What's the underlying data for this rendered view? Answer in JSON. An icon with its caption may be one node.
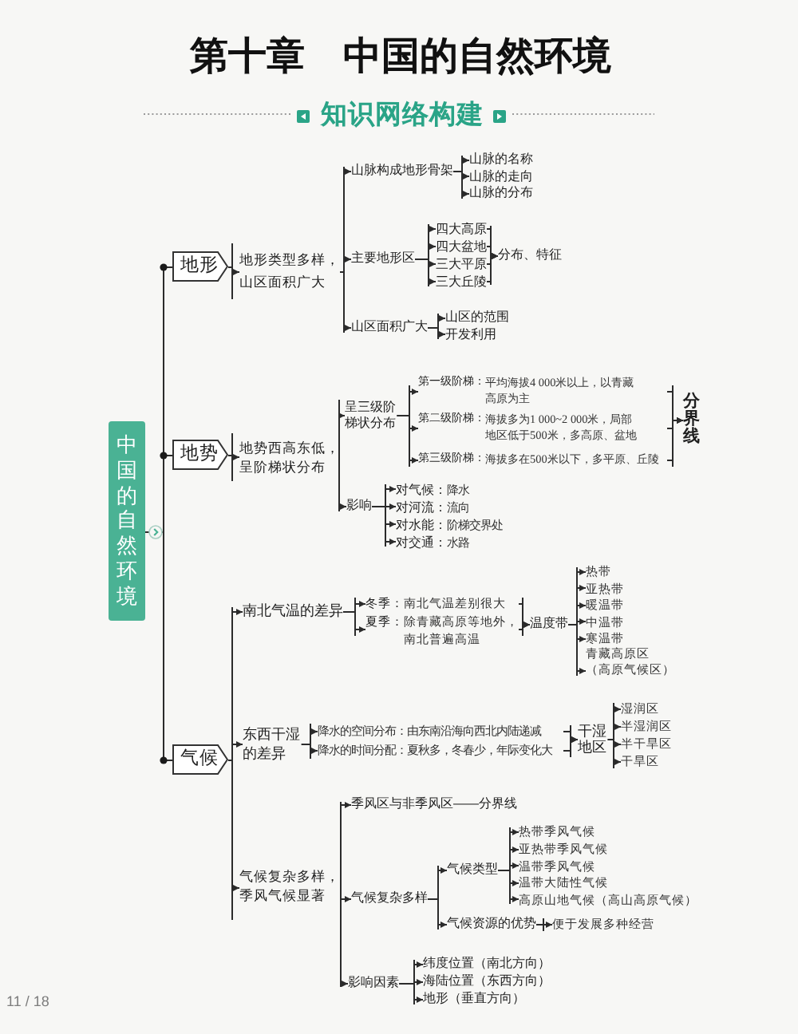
{
  "diagram": {
    "title": "第十章　中国的自然环境",
    "nodes": [
      {
        "text": [
          "中国的自然环境"
        ]
      },
      {
        "text": [
          "地形"
        ]
      },
      {
        "text": [
          "地形类型多样，山区面积广大"
        ]
      },
      {
        "text": [
          "山脉构成地形骨架"
        ]
      },
      {
        "text": [
          "山脉的名称"
        ]
      },
      {
        "text": [
          "山脉的走向"
        ]
      },
      {
        "text": [
          "山脉的分布"
        ]
      },
      {
        "text": [
          "主要地形区"
        ]
      },
      {
        "text": [
          "四大高原"
        ]
      },
      {
        "text": [
          "四大盆地"
        ]
      },
      {
        "text": [
          "三大平原"
        ]
      },
      {
        "text": [
          "三大丘陵"
        ]
      },
      {
        "text": [
          "分布、特征"
        ]
      },
      {
        "text": [
          "山区面积广大"
        ]
      },
      {
        "text": [
          "山区的范围"
        ]
      },
      {
        "text": [
          "开发利用"
        ]
      },
      {
        "text": [
          "地势"
        ]
      },
      {
        "text": [
          "地势西高东低，呈阶梯状分布"
        ]
      },
      {
        "text": [
          "呈三级阶梯状分布"
        ]
      },
      {
        "text": [
          "第一级阶梯：",
          "平均海拔4 000米以上，以青藏高原为主"
        ]
      },
      {
        "text": [
          "第二级阶梯：",
          "海拔多为1 000~2 000米，局部地区低于500米，多高原、盆地"
        ]
      },
      {
        "text": [
          "第三级阶梯：",
          "海拔多在500米以下，多平原、丘陵"
        ]
      },
      {
        "text": [
          "分界线"
        ]
      },
      {
        "text": [
          "影响"
        ]
      },
      {
        "text": [
          "对气候：",
          "降水"
        ]
      },
      {
        "text": [
          "对河流：",
          "流向"
        ]
      },
      {
        "text": [
          "对水能：",
          "阶梯交界处"
        ]
      },
      {
        "text": [
          "对交通：",
          "水路"
        ]
      },
      {
        "text": [
          "气候"
        ]
      },
      {
        "text": [
          "南北气温的差异"
        ]
      },
      {
        "text": [
          "冬季：",
          "南北气温差别很大"
        ]
      },
      {
        "text": [
          "夏季：",
          "除青藏高原等地外，南北普遍高温"
        ]
      },
      {
        "text": [
          "温度带"
        ]
      },
      {
        "text": [
          "热带"
        ]
      },
      {
        "text": [
          "亚热带"
        ]
      },
      {
        "text": [
          "暖温带"
        ]
      },
      {
        "text": [
          "中温带"
        ]
      },
      {
        "text": [
          "寒温带"
        ]
      },
      {
        "text": [
          "青藏高原区（高原气候区）"
        ]
      },
      {
        "text": [
          "东西干湿的差异"
        ]
      },
      {
        "text": [
          "降水的空间分布：由东南沿海向西北内陆递减"
        ]
      },
      {
        "text": [
          "降水的时间分配：夏秋多，冬春少，年际变化大"
        ]
      },
      {
        "text": [
          "干湿地区"
        ]
      },
      {
        "text": [
          "湿润区"
        ]
      },
      {
        "text": [
          "半湿润区"
        ]
      },
      {
        "text": [
          "半干旱区"
        ]
      },
      {
        "text": [
          "干旱区"
        ]
      },
      {
        "text": [
          "气候复杂多样，季风气候显著"
        ]
      },
      {
        "text": [
          "季风区与非季风区——分界线"
        ]
      },
      {
        "text": [
          "气候复杂多样"
        ]
      },
      {
        "text": [
          "气候类型"
        ]
      },
      {
        "text": [
          "热带季风气候"
        ]
      },
      {
        "text": [
          "亚热带季风气候"
        ]
      },
      {
        "text": [
          "温带季风气候"
        ]
      },
      {
        "text": [
          "温带大陆性气候"
        ]
      },
      {
        "text": [
          "高原山地气候（高山高原气候）"
        ]
      },
      {
        "text": [
          "气候资源的优势"
        ]
      },
      {
        "text": [
          "便于发展多种经营"
        ]
      },
      {
        "text": [
          "影响因素"
        ]
      },
      {
        "text": [
          "纬度位置（南北方向）"
        ]
      },
      {
        "text": [
          "海陆位置（东西方向）"
        ]
      },
      {
        "text": [
          "地形（垂直方向）"
        ]
      }
    ],
    "edges": [
      {
        "from": 0,
        "to": 1,
        "arrow": "none"
      },
      {
        "from": 0,
        "to": 16,
        "arrow": "none"
      },
      {
        "from": 0,
        "to": 28,
        "arrow": "none"
      },
      {
        "from": 1,
        "to": 2,
        "arrow": "to"
      },
      {
        "from": 2,
        "to": 3,
        "arrow": "to"
      },
      {
        "from": 2,
        "to": 7,
        "arrow": "to"
      },
      {
        "from": 2,
        "to": 13,
        "arrow": "to"
      },
      {
        "from": 3,
        "to": 4,
        "arrow": "to"
      },
      {
        "from": 3,
        "to": 5,
        "arrow": "to"
      },
      {
        "from": 3,
        "to": 6,
        "arrow": "to"
      },
      {
        "from": 7,
        "to": 8,
        "arrow": "to"
      },
      {
        "from": 7,
        "to": 9,
        "arrow": "to"
      },
      {
        "from": 7,
        "to": 10,
        "arrow": "to"
      },
      {
        "from": 7,
        "to": 11,
        "arrow": "to"
      },
      {
        "from": 8,
        "to": 12,
        "arrow": "to"
      },
      {
        "from": 9,
        "to": 12,
        "arrow": "to"
      },
      {
        "from": 10,
        "to": 12,
        "arrow": "to"
      },
      {
        "from": 11,
        "to": 12,
        "arrow": "to"
      },
      {
        "from": 13,
        "to": 14,
        "arrow": "to"
      },
      {
        "from": 13,
        "to": 15,
        "arrow": "to"
      },
      {
        "from": 16,
        "to": 17,
        "arrow": "to"
      },
      {
        "from": 17,
        "to": 18,
        "arrow": "to"
      },
      {
        "from": 17,
        "to": 23,
        "arrow": "to"
      },
      {
        "from": 18,
        "to": 19,
        "arrow": "to"
      },
      {
        "from": 18,
        "to": 20,
        "arrow": "to"
      },
      {
        "from": 18,
        "to": 21,
        "arrow": "to"
      },
      {
        "from": 19,
        "to": 22,
        "arrow": "to"
      },
      {
        "from": 20,
        "to": 22,
        "arrow": "to"
      },
      {
        "from": 21,
        "to": 22,
        "arrow": "to"
      },
      {
        "from": 23,
        "to": 24,
        "arrow": "to"
      },
      {
        "from": 23,
        "to": 25,
        "arrow": "to"
      },
      {
        "from": 23,
        "to": 26,
        "arrow": "to"
      },
      {
        "from": 23,
        "to": 27,
        "arrow": "to"
      },
      {
        "from": 28,
        "to": 29,
        "arrow": "to"
      },
      {
        "from": 28,
        "to": 39,
        "arrow": "to"
      },
      {
        "from": 28,
        "to": 47,
        "arrow": "to"
      },
      {
        "from": 29,
        "to": 30,
        "arrow": "to"
      },
      {
        "from": 29,
        "to": 31,
        "arrow": "to"
      },
      {
        "from": 30,
        "to": 32,
        "arrow": "to"
      },
      {
        "from": 31,
        "to": 32,
        "arrow": "to"
      },
      {
        "from": 32,
        "to": 33,
        "arrow": "to"
      },
      {
        "from": 32,
        "to": 34,
        "arrow": "to"
      },
      {
        "from": 32,
        "to": 35,
        "arrow": "to"
      },
      {
        "from": 32,
        "to": 36,
        "arrow": "to"
      },
      {
        "from": 32,
        "to": 37,
        "arrow": "to"
      },
      {
        "from": 32,
        "to": 38,
        "arrow": "to"
      },
      {
        "from": 39,
        "to": 40,
        "arrow": "to"
      },
      {
        "from": 39,
        "to": 41,
        "arrow": "to"
      },
      {
        "from": 40,
        "to": 42,
        "arrow": "to"
      },
      {
        "from": 41,
        "to": 42,
        "arrow": "to"
      },
      {
        "from": 42,
        "to": 43,
        "arrow": "to"
      },
      {
        "from": 42,
        "to": 44,
        "arrow": "to"
      },
      {
        "from": 42,
        "to": 45,
        "arrow": "to"
      },
      {
        "from": 42,
        "to": 46,
        "arrow": "to"
      },
      {
        "from": 47,
        "to": 48,
        "arrow": "to"
      },
      {
        "from": 47,
        "to": 49,
        "arrow": "to"
      },
      {
        "from": 47,
        "to": 58,
        "arrow": "to"
      },
      {
        "from": 49,
        "to": 50,
        "arrow": "to"
      },
      {
        "from": 49,
        "to": 56,
        "arrow": "to"
      },
      {
        "from": 50,
        "to": 51,
        "arrow": "to"
      },
      {
        "from": 50,
        "to": 52,
        "arrow": "to"
      },
      {
        "from": 50,
        "to": 53,
        "arrow": "to"
      },
      {
        "from": 50,
        "to": 54,
        "arrow": "to"
      },
      {
        "from": 50,
        "to": 55,
        "arrow": "to"
      },
      {
        "from": 56,
        "to": 57,
        "arrow": "to"
      },
      {
        "from": 58,
        "to": 59,
        "arrow": "to"
      },
      {
        "from": 58,
        "to": 60,
        "arrow": "to"
      },
      {
        "from": 58,
        "to": 61,
        "arrow": "to"
      }
    ],
    "labels": [
      "知识网络构建",
      "11 / 18"
    ]
  }
}
